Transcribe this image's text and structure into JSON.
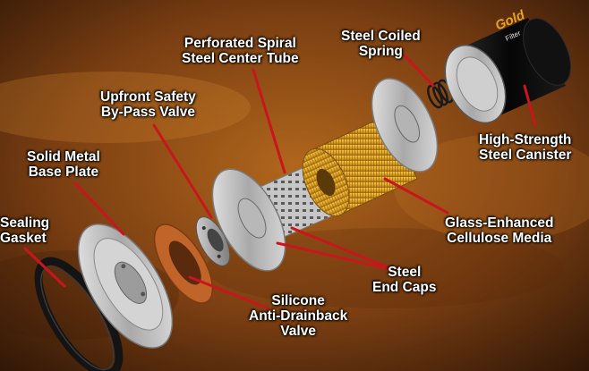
{
  "labels": {
    "perforated_tube": [
      "Perforated Spiral",
      "Steel Center Tube"
    ],
    "coiled_spring": [
      "Steel Coiled",
      "Spring"
    ],
    "bypass_valve": [
      "Upfront Safety",
      "By-Pass Valve"
    ],
    "base_plate": [
      "Solid Metal",
      "Base Plate"
    ],
    "canister": [
      "High-Strength",
      "Steel Canister"
    ],
    "gasket": [
      "Sealing",
      "Gasket"
    ],
    "media": [
      "Glass-Enhanced",
      "Cellulose Media"
    ],
    "end_caps": [
      "Steel",
      "End Caps"
    ],
    "drainback_valve": [
      "Silicone",
      "Anti-Drainback",
      "Valve"
    ]
  },
  "canister_logo": {
    "brand": "Gold",
    "sub": "Filter"
  },
  "colors": {
    "leader": "#c8161c",
    "label_text": "#ffffff",
    "media": "#e0a420",
    "canister": "#0d0d0d",
    "metal": "#c9c9c9",
    "gasket": "#141414",
    "drainback": "#c0642a"
  }
}
